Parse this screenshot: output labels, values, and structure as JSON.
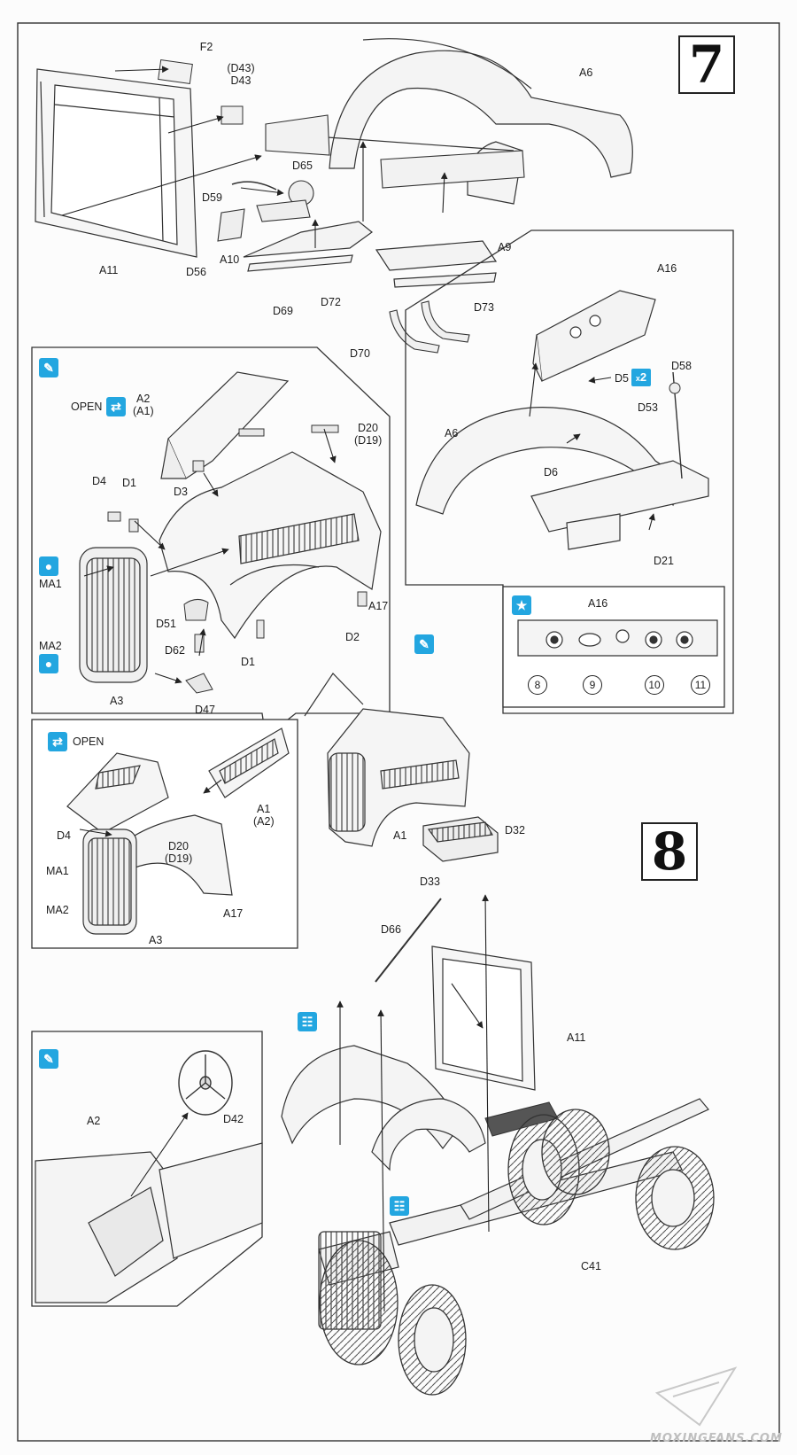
{
  "steps": {
    "s7": "7",
    "s8": "8"
  },
  "s7_parts": {
    "f2": "F2",
    "d43p": "(D43)",
    "d43": "D43",
    "a6": "A6",
    "d65": "D65",
    "d59": "D59",
    "a10": "A10",
    "d56": "D56",
    "a11": "A11",
    "d69": "D69",
    "d72": "D72",
    "a9": "A9",
    "d73": "D73",
    "d70": "D70"
  },
  "hood_panel": {
    "open": "OPEN",
    "a2": "A2",
    "a1p": "(A1)",
    "d20": "D20",
    "d19p": "(D19)",
    "d3": "D3",
    "d4": "D4",
    "d1a": "D1",
    "ma1": "MA1",
    "ma2": "MA2",
    "a3": "A3",
    "d51": "D51",
    "d62": "D62",
    "d47": "D47",
    "d1b": "D1",
    "d2": "D2",
    "a17": "A17"
  },
  "dash_panel": {
    "a16": "A16",
    "d58": "D58",
    "d5": "D5",
    "x2": "2",
    "d53": "D53",
    "a6": "A6",
    "d6": "D6",
    "d21": "D21"
  },
  "gauge_panel": {
    "a16": "A16",
    "n8": "8",
    "n9": "9",
    "n10": "10",
    "n11": "11"
  },
  "open_panel": {
    "open": "OPEN",
    "a1": "A1",
    "a2p": "(A2)",
    "d4": "D4",
    "d20": "D20",
    "d19p": "(D19)",
    "ma1": "MA1",
    "ma2": "MA2",
    "a17": "A17",
    "a3": "A3"
  },
  "s8_parts": {
    "a1": "A1",
    "d32": "D32",
    "d33": "D33",
    "d66": "D66",
    "a11": "A11",
    "c41": "C41"
  },
  "wheel_panel": {
    "a2": "A2",
    "d42": "D42"
  },
  "watermark": "MOXINGFANS.COM",
  "colors": {
    "accent": "#23a6e0",
    "line": "#2a2a2a"
  }
}
